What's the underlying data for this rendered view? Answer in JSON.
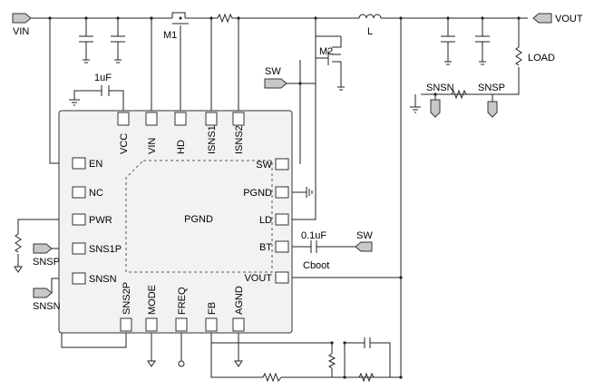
{
  "nets": {
    "vin": "VIN",
    "vout": "VOUT",
    "sw_top": "SW",
    "sw_boot": "SW",
    "snsp_left": "SNSP",
    "snsn_left": "SNSN",
    "snsn_right": "SNSN",
    "snsp_right": "SNSP"
  },
  "components": {
    "m1": "M1",
    "m2": "M2",
    "inductor": "L",
    "load": "LOAD",
    "c_vcc": "1uF",
    "c_boot_value": "0.1uF",
    "c_boot_name": "Cboot"
  },
  "chip": {
    "center_label": "PGND",
    "pins_top": [
      "VCC",
      "VIN",
      "HD",
      "ISNS1",
      "ISNS2"
    ],
    "pins_left": [
      "EN",
      "NC",
      "PWR",
      "SNS1P",
      "SNSN"
    ],
    "pins_right": [
      "SW",
      "PGND",
      "LD",
      "BT",
      "VOUT"
    ],
    "pins_bottom": [
      "SNS2P",
      "MODE",
      "FREQ",
      "FB",
      "AGND"
    ]
  },
  "colors": {
    "chip_fill": "#f2f2f2",
    "wire": "#222222",
    "port_fill": "#c8c8c8"
  }
}
